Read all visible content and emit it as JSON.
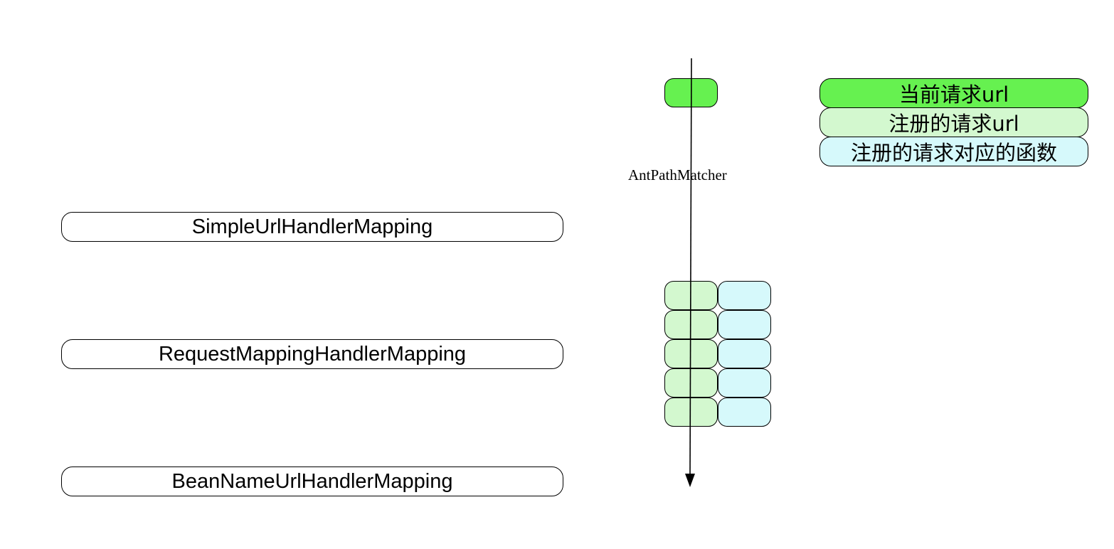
{
  "colors": {
    "current_url_fill": "#66f150",
    "registered_url_fill": "#d3f8cf",
    "handler_fill": "#d6f9fb",
    "mapping_fill": "#ffffff",
    "stroke": "#000000"
  },
  "mappings": [
    {
      "label": "SimpleUrlHandlerMapping"
    },
    {
      "label": "RequestMappingHandlerMapping"
    },
    {
      "label": "BeanNameUrlHandlerMapping"
    }
  ],
  "matcher": {
    "label": "AntPathMatcher"
  },
  "legend": [
    {
      "label": "当前请求url",
      "role": "current-url"
    },
    {
      "label": "注册的请求url",
      "role": "registered-url"
    },
    {
      "label": "注册的请求对应的函数",
      "role": "handler-function"
    }
  ],
  "registry": {
    "row_count": 5,
    "columns": [
      "registered-url",
      "handler-function"
    ]
  }
}
